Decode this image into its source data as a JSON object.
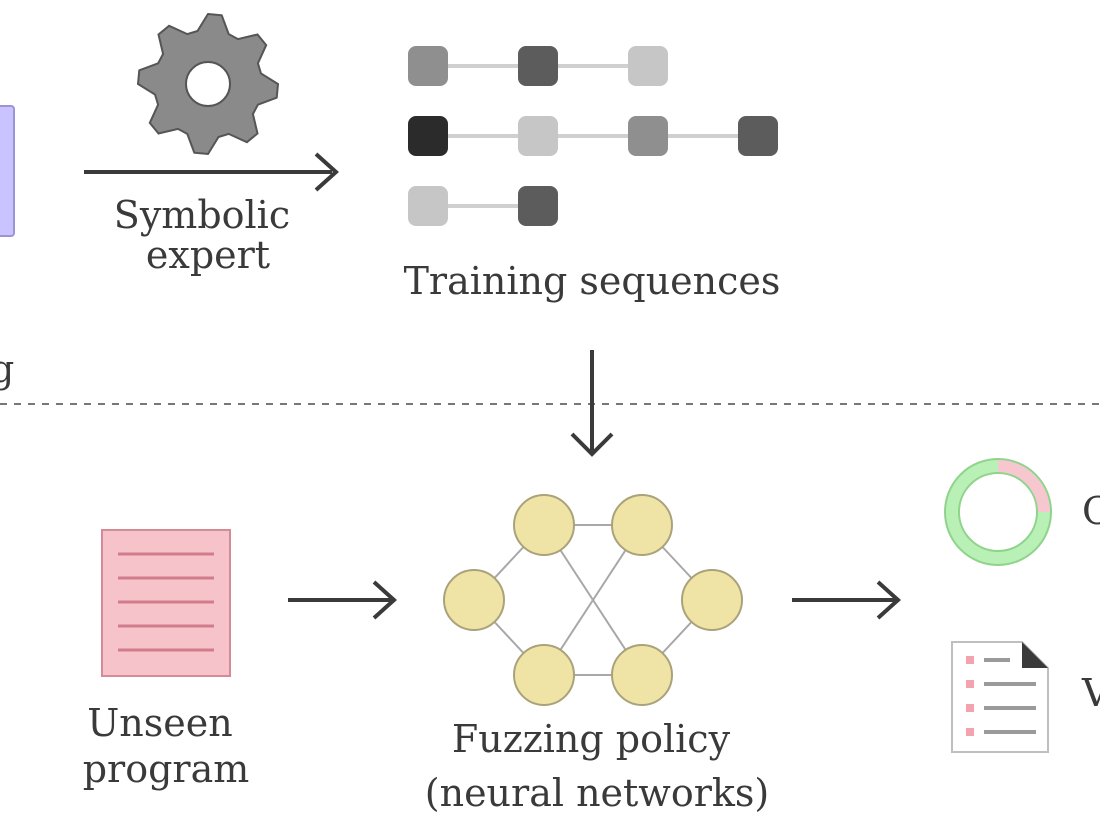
{
  "labels": {
    "symbolic_expert": [
      "Symbolic",
      "expert"
    ],
    "training_sequences": "Training sequences",
    "unseen_program": [
      "Unseen",
      "program"
    ],
    "fuzzing_policy": [
      "Fuzzing policy",
      "(neural networks)"
    ],
    "edge_left": "g",
    "edge_right_top": "C",
    "edge_right_bottom": "V"
  },
  "training_sequences": [
    [
      "#8f8f8f",
      "#5c5c5c",
      "#c6c6c6"
    ],
    [
      "#2b2b2b",
      "#c6c6c6",
      "#8f8f8f",
      "#5c5c5c"
    ],
    [
      "#c6c6c6",
      "#5c5c5c"
    ]
  ],
  "icons": [
    "gear-icon",
    "document-icon",
    "donut-chart-icon",
    "checklist-icon"
  ],
  "colors": {
    "arrow": "#3a3a3a",
    "sequence_line": "#d0d0d0",
    "node_fill": "#f0e3a6",
    "node_stroke": "#a9a27a",
    "document_fill": "#f7c3cb",
    "document_lines": "#d07c8a",
    "left_block": "#c9c3ff",
    "donut_main": "#b8f0b6",
    "donut_accent": "#f6c7cf",
    "gear_fill": "#8a8a8a"
  }
}
